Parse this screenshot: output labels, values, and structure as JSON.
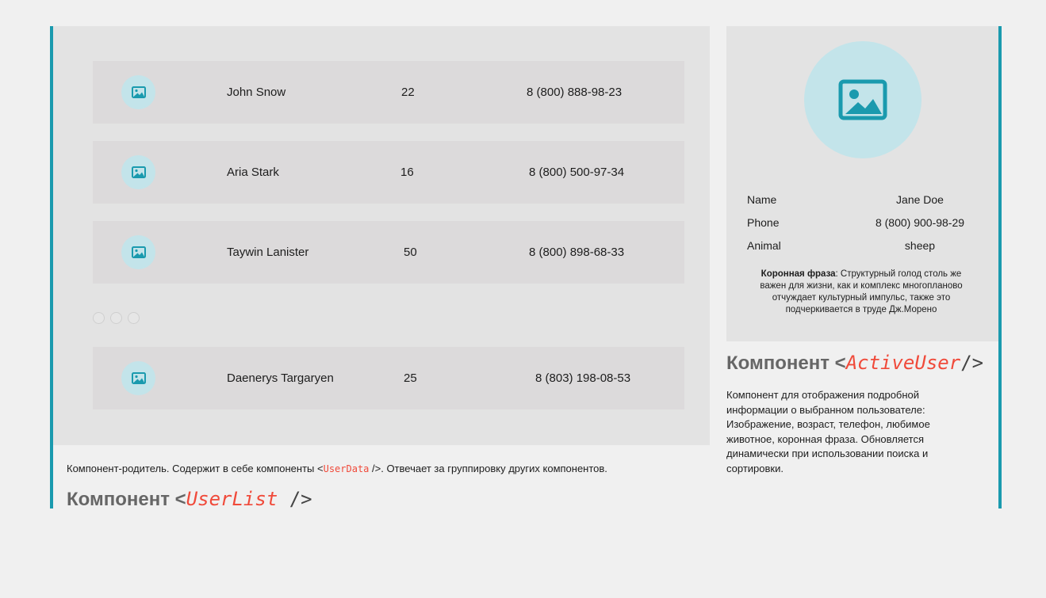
{
  "users": [
    {
      "name": "John Snow",
      "age": "22",
      "phone": "8 (800) 888-98-23"
    },
    {
      "name": "Aria Stark",
      "age": "16",
      "phone": "8 (800) 500-97-34"
    },
    {
      "name": "Taywin Lanister",
      "age": "50",
      "phone": "8 (800) 898-68-33"
    },
    {
      "name": "Daenerys Targaryen",
      "age": "25",
      "phone": "8 (803) 198-08-53"
    }
  ],
  "userlist": {
    "desc_before": "Компонент-родитель. Содержит в себе компоненты <",
    "desc_code": "UserData",
    "desc_after": " />. Отвечает за группировку других компонентов.",
    "title_prefix": "Компонент <",
    "title_name": "UserList",
    "title_suffix": " />"
  },
  "active_user": {
    "name_label": "Name",
    "name_value": "Jane Doe",
    "phone_label": "Phone",
    "phone_value": "8 (800) 900-98-29",
    "animal_label": "Animal",
    "animal_value": "sheep",
    "quote_label": "Коронная фраза",
    "quote_text": ": Структурный голод столь же важен для жизни, как и комплекс многопланово отчуждает культурный импульс, также это подчеркивается в труде Дж.Морено"
  },
  "active_component": {
    "title_prefix": "Компонент <",
    "title_name": "ActiveUser",
    "title_suffix": "/>",
    "description": "Компонент для отображения подробной информации о выбранном пользователе: Изображение, возраст, телефон, любимое животное, коронная фраза. Обновляется динамически при использовании поиска и сортировки."
  },
  "colors": {
    "accent": "#1a9aae",
    "component_name": "#f04a3a",
    "avatar_bg": "#c3e4ea"
  },
  "icons": {
    "avatar": "image-icon"
  }
}
